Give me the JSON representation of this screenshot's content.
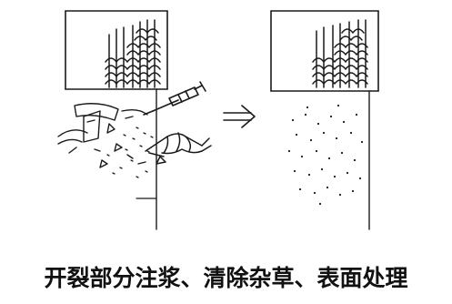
{
  "caption": "开裂部分注浆、清除杂草、表面处理",
  "colors": {
    "ink": "#1a1a1a",
    "paper": "#ffffff"
  },
  "panels": [
    {
      "name": "before",
      "description_icons": [
        "wall-section",
        "roof-tiles",
        "syringe-icon",
        "hand-with-tool-icon",
        "debris-scraps"
      ]
    },
    {
      "name": "after",
      "description_icons": [
        "wall-section",
        "roof-tiles",
        "surface-dots"
      ]
    }
  ],
  "transition_icon": "double-arrow-right-icon"
}
